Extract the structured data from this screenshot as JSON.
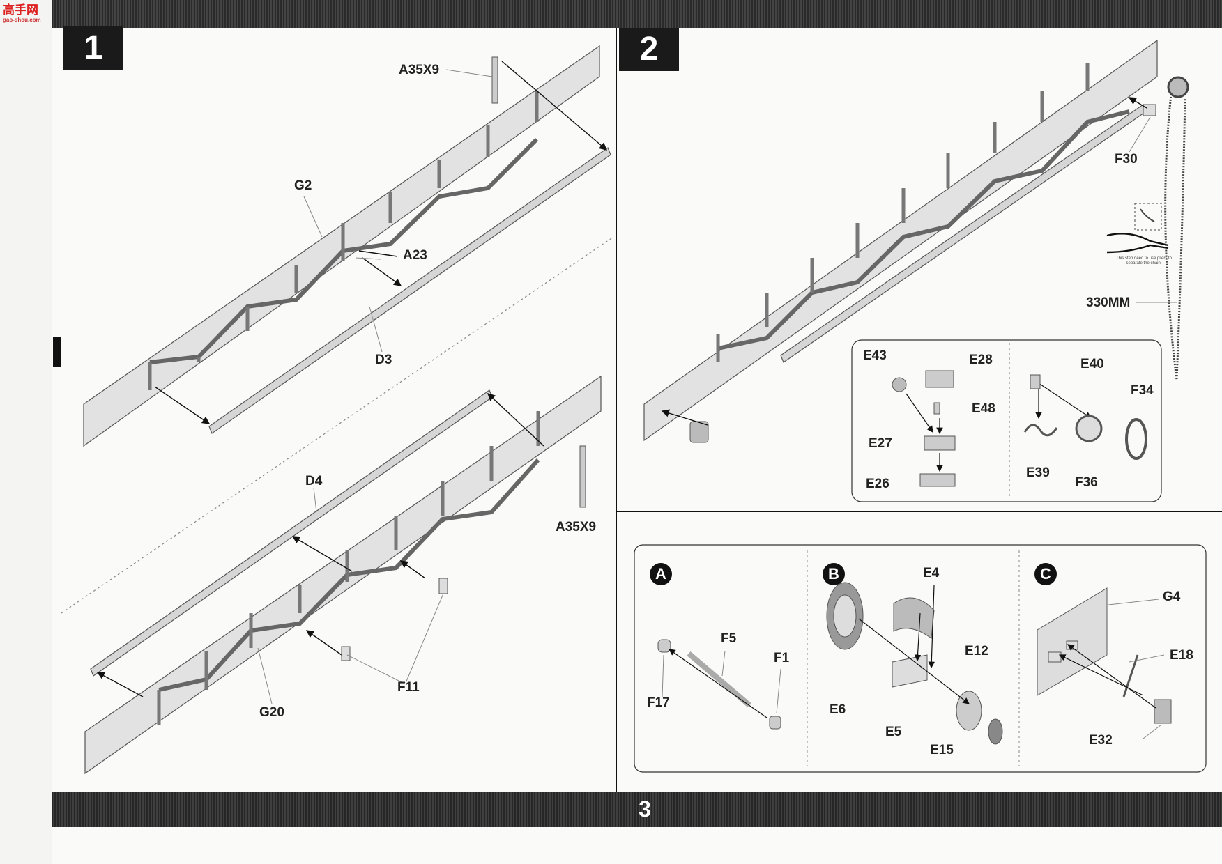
{
  "watermark": {
    "top": "高手网",
    "bottom": "gao-shou.com"
  },
  "page_number": "3",
  "steps": [
    {
      "number": "1",
      "labels": [
        "A35X9",
        "G2",
        "A23",
        "D3",
        "D4",
        "A35X9",
        "F11",
        "G20"
      ]
    },
    {
      "number": "2",
      "labels": [
        "F30",
        "330MM",
        "E43",
        "E28",
        "E48",
        "E27",
        "E26",
        "E40",
        "F34",
        "E39",
        "F36"
      ],
      "note": "This step need to use pliers to separate the chain."
    }
  ],
  "subassemblies": [
    {
      "letter": "A",
      "labels": [
        "F5",
        "F1",
        "F17"
      ]
    },
    {
      "letter": "B",
      "labels": [
        "E4",
        "E12",
        "E6",
        "E5",
        "E15"
      ]
    },
    {
      "letter": "C",
      "labels": [
        "G4",
        "E18",
        "E32"
      ]
    }
  ]
}
